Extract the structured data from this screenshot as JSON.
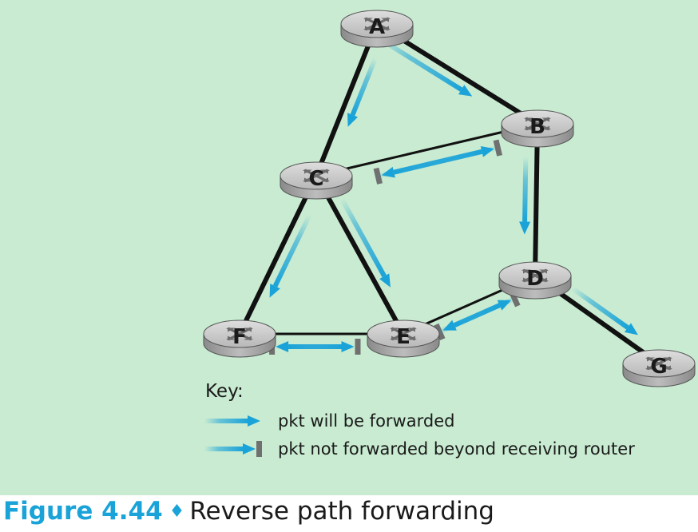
{
  "caption": {
    "number": "Figure 4.44",
    "separator": "♦",
    "title": "Reverse path forwarding"
  },
  "routers": [
    "A",
    "B",
    "C",
    "D",
    "E",
    "F",
    "G"
  ],
  "links": [
    {
      "from": "A",
      "to": "B",
      "weight": "thick"
    },
    {
      "from": "A",
      "to": "C",
      "weight": "thick"
    },
    {
      "from": "B",
      "to": "C",
      "weight": "thin"
    },
    {
      "from": "B",
      "to": "D",
      "weight": "thick"
    },
    {
      "from": "C",
      "to": "F",
      "weight": "thick"
    },
    {
      "from": "C",
      "to": "E",
      "weight": "thick"
    },
    {
      "from": "D",
      "to": "E",
      "weight": "thin"
    },
    {
      "from": "D",
      "to": "G",
      "weight": "thick"
    },
    {
      "from": "F",
      "to": "E",
      "weight": "thin"
    }
  ],
  "packets": [
    {
      "from": "A",
      "to": "B",
      "kind": "forwarded"
    },
    {
      "from": "A",
      "to": "C",
      "kind": "forwarded"
    },
    {
      "from": "B",
      "to": "C",
      "kind": "not_forwarded"
    },
    {
      "from": "C",
      "to": "B",
      "kind": "not_forwarded"
    },
    {
      "from": "B",
      "to": "D",
      "kind": "forwarded"
    },
    {
      "from": "C",
      "to": "F",
      "kind": "forwarded"
    },
    {
      "from": "C",
      "to": "E",
      "kind": "forwarded"
    },
    {
      "from": "D",
      "to": "E",
      "kind": "not_forwarded"
    },
    {
      "from": "E",
      "to": "D",
      "kind": "not_forwarded"
    },
    {
      "from": "E",
      "to": "F",
      "kind": "not_forwarded"
    },
    {
      "from": "F",
      "to": "E",
      "kind": "not_forwarded"
    },
    {
      "from": "D",
      "to": "G",
      "kind": "forwarded"
    }
  ],
  "key": {
    "title": "Key:",
    "forwarded": "pkt will be forwarded",
    "not_forwarded": "pkt not forwarded beyond receiving router"
  },
  "colors": {
    "background": "#c8ebd1",
    "link": "#111111",
    "arrow": "#1aa3d8",
    "blocker": "#707070",
    "router_top": "#c9c9c9",
    "caption_accent": "#1aa3d8"
  }
}
